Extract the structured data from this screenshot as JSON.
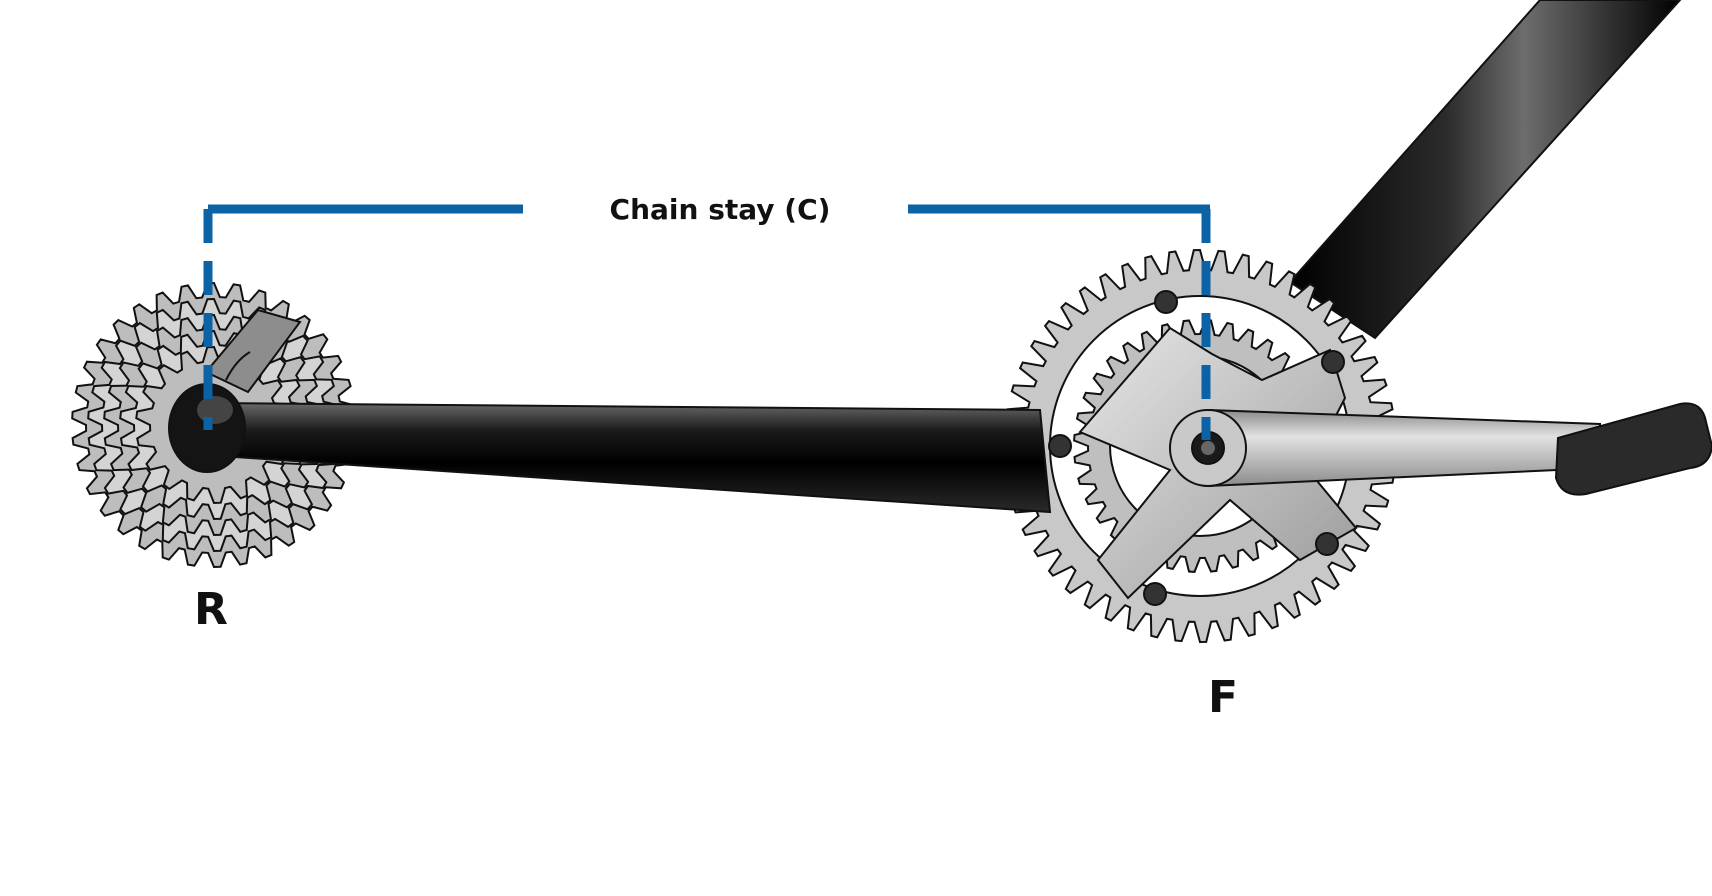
{
  "labels": {
    "chain_stay": "Chain stay (C)",
    "rear": "R",
    "front": "F"
  },
  "colors": {
    "dimension_line": "#0b62a4",
    "frame_tube": "#111111",
    "cassette": "#bdbdbd",
    "chainring": "#c8c8c8",
    "crank_arm": "#b4b4b4",
    "pedal": "#2a2a2a"
  },
  "icons": {
    "rear": "rear-cassette-icon",
    "front": "front-chainring-icon"
  }
}
